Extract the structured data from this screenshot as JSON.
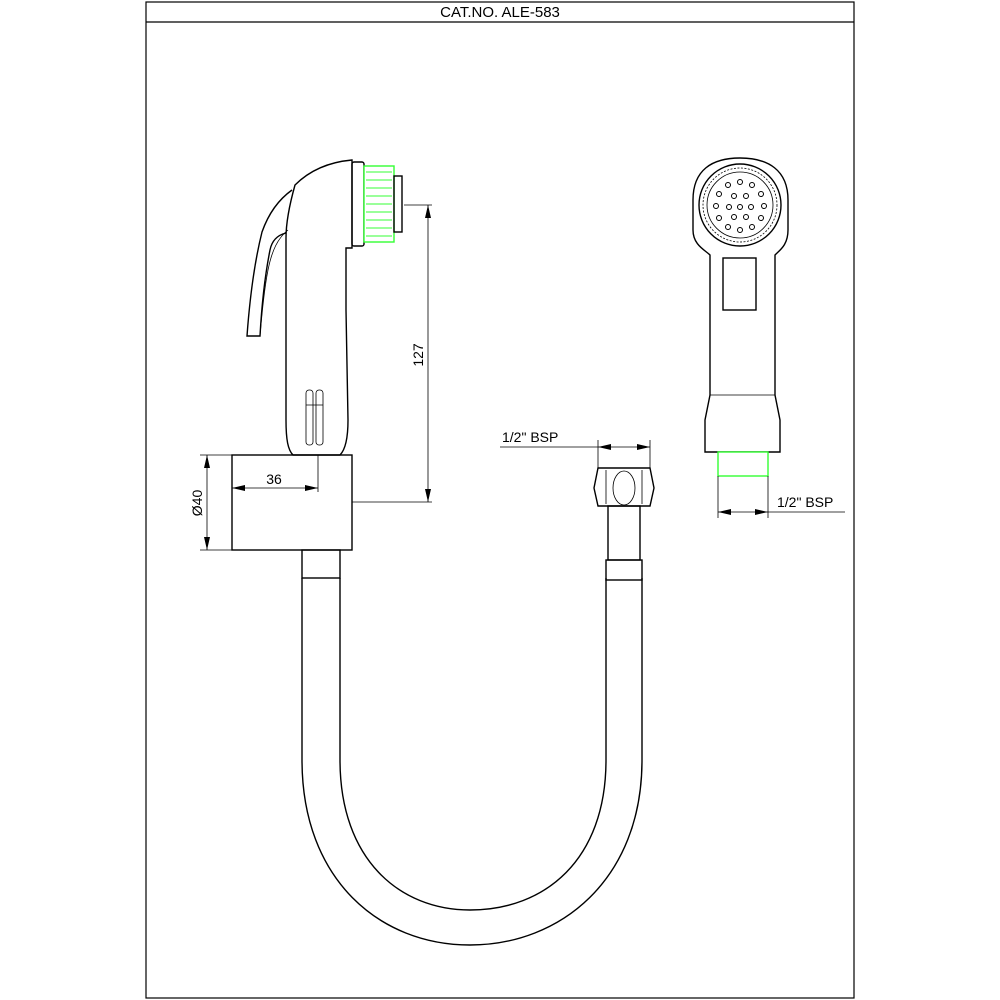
{
  "title_block": {
    "cat_no": "CAT.NO. ALE-583"
  },
  "dimensions": {
    "height_label": "127",
    "width_label": "36",
    "diameter_label": "Ø40",
    "hose_thread_label": "1/2\" BSP",
    "head_thread_label": "1/2\" BSP"
  },
  "colors": {
    "line": "#000000",
    "thread_highlight": "#33ff33",
    "background": "#ffffff"
  }
}
